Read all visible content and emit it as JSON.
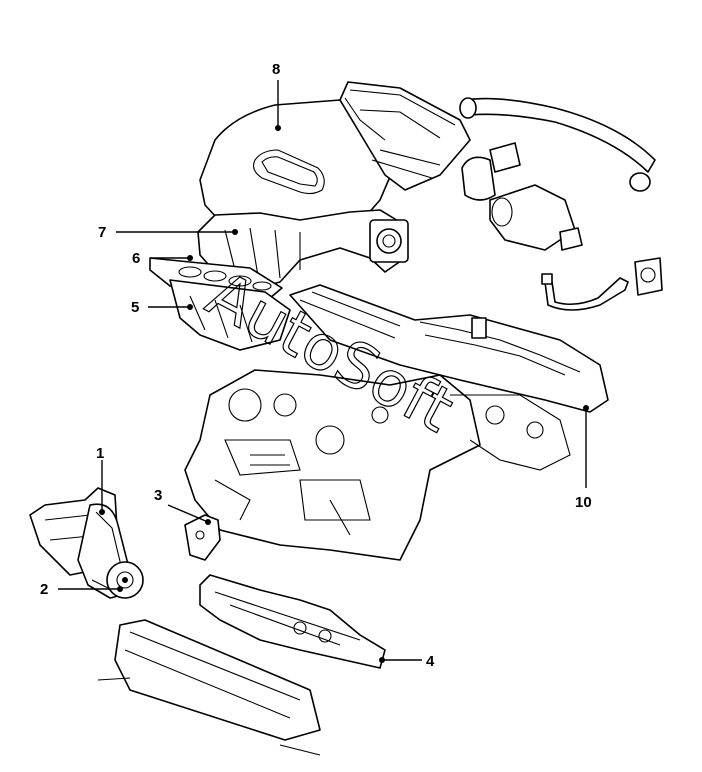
{
  "diagram": {
    "callouts": [
      {
        "id": "1",
        "label": "1"
      },
      {
        "id": "2",
        "label": "2"
      },
      {
        "id": "3",
        "label": "3"
      },
      {
        "id": "4",
        "label": "4"
      },
      {
        "id": "5",
        "label": "5"
      },
      {
        "id": "6",
        "label": "6"
      },
      {
        "id": "7",
        "label": "7"
      },
      {
        "id": "8",
        "label": "8"
      },
      {
        "id": "10",
        "label": "10"
      }
    ],
    "watermark": "AutoSoft",
    "colors": {
      "line": "#000000",
      "background": "#ffffff"
    }
  }
}
